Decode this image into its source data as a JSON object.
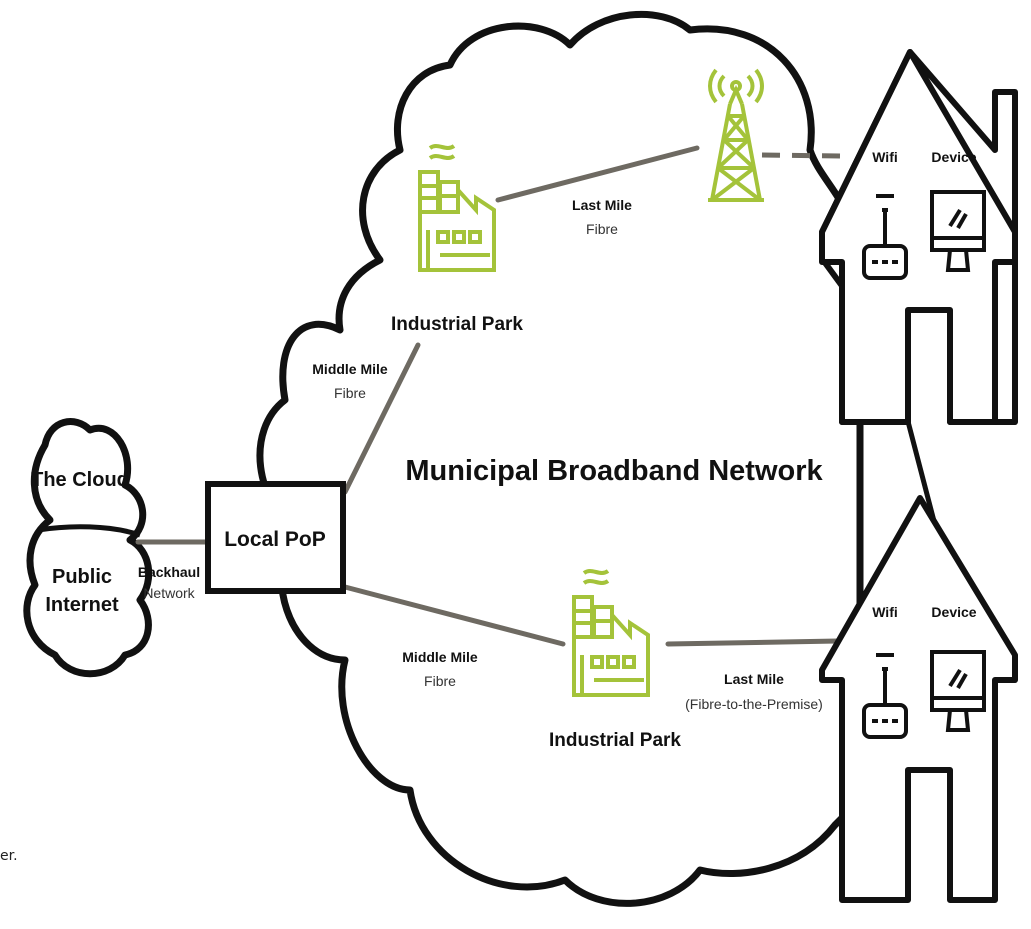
{
  "title": "Municipal Broadband Network",
  "accent_color": "#a4c33a",
  "line_color": "#6e6a62",
  "nodes": {
    "cloud": "The Cloud",
    "internet_line1": "Public",
    "internet_line2": "Internet",
    "pop": "Local PoP",
    "industrial_top": "Industrial Park",
    "industrial_bottom": "Industrial Park"
  },
  "links": {
    "backhaul_bold": "Backhaul",
    "backhaul_thin": "Network",
    "middle_top_bold": "Middle Mile",
    "middle_top_thin": "Fibre",
    "middle_bottom_bold": "Middle Mile",
    "middle_bottom_thin": "Fibre",
    "last_top_bold": "Last Mile",
    "last_top_thin": "Fibre",
    "last_bottom_bold": "Last Mile",
    "last_bottom_thin": "(Fibre-to-the-Premise)"
  },
  "houses": {
    "top": {
      "wifi": "Wifi",
      "device": "Device"
    },
    "bottom": {
      "wifi": "Wifi",
      "device": "Device"
    }
  },
  "icons": [
    "factory-icon",
    "cell-tower-icon",
    "router-icon",
    "monitor-icon",
    "house-icon",
    "cloud-icon"
  ],
  "stray_text": "er."
}
